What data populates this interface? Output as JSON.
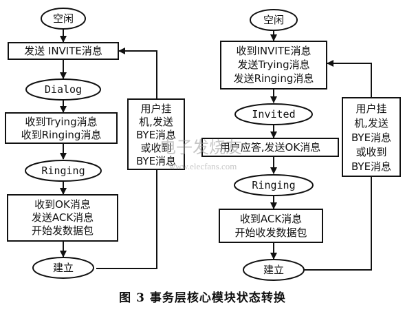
{
  "caption": "图 3   事务层核心模块状态转换",
  "watermark": {
    "top": "电子发烧友",
    "bottom": "www.elecfans.com"
  },
  "left": {
    "idle": "空闲",
    "send_invite": "发送 INVITE消息",
    "dialog": "Dialog",
    "recv_trying": [
      "收到Trying消息",
      "收到Ringing消息"
    ],
    "ringing": "Ringing",
    "recv_ok": [
      "收到OK消息",
      "发送ACK消息",
      "开始发数据包"
    ],
    "established": "建立",
    "hangup": [
      "用户挂",
      "机,发送",
      "BYE消息",
      "或收到",
      "BYE消息"
    ]
  },
  "right": {
    "idle": "空闲",
    "recv_invite": [
      "收到INVITE消息",
      "发送Trying消息",
      "发送Ringing消息"
    ],
    "invited": "Invited",
    "user_answer": "用户应答,发送OK消息",
    "ringing": "Ringing",
    "recv_ack": [
      "收到ACK消息",
      "开始收发数据包"
    ],
    "established": "建立",
    "hangup": [
      "用户挂",
      "机,发送",
      "BYE消息",
      "或收到",
      "BYE消息"
    ]
  }
}
